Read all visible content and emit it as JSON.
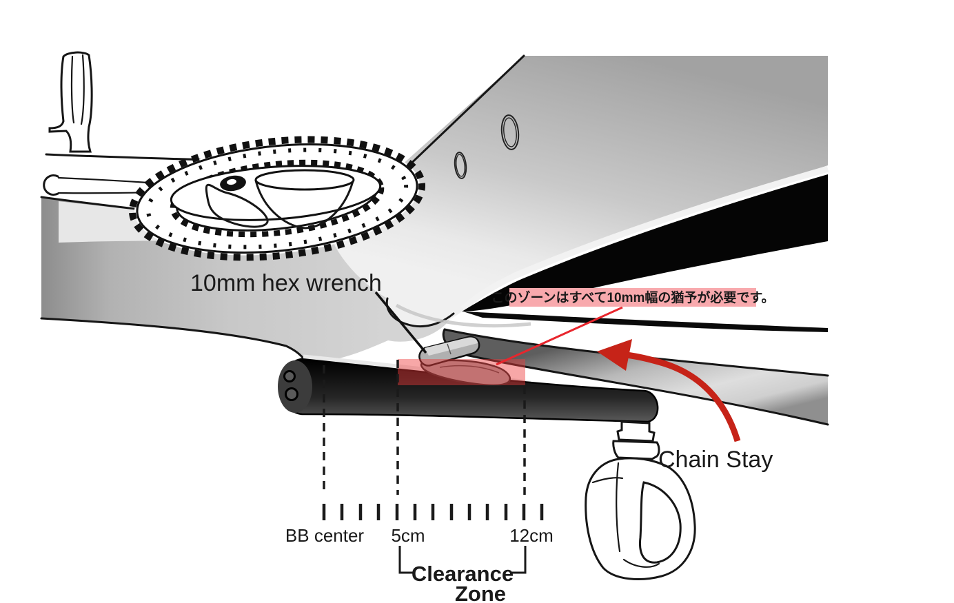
{
  "figure": {
    "annotations": {
      "hex_wrench_label": "10mm hex wrench",
      "chain_stay_label": "Chain Stay",
      "note_jp": "このゾーンはすべて10mm幅の猶予が必要です。"
    },
    "ruler": {
      "bb_center_label": "BB center",
      "mark_5cm_label": "5cm",
      "mark_12cm_label": "12cm",
      "tick_count": 13
    },
    "clearance_zone": {
      "label_line1": "Clearance",
      "label_line2": "Zone",
      "range_from": "5cm",
      "range_to": "12cm"
    },
    "colors": {
      "zone_highlight": "#EE3B3B",
      "note_text": "#E8262D",
      "note_background": "#F8A9AD",
      "arrow_red": "#C62318",
      "leader_red": "#E8262D",
      "clearance_green": "#1A9A43",
      "ink": "#1A1A1A"
    },
    "icons": {
      "arrow": "red-curved-arrow-icon",
      "wrench": "hex-wrench-icon",
      "crankset": "crankset-drawing",
      "pedal": "pedal-drawing"
    }
  }
}
